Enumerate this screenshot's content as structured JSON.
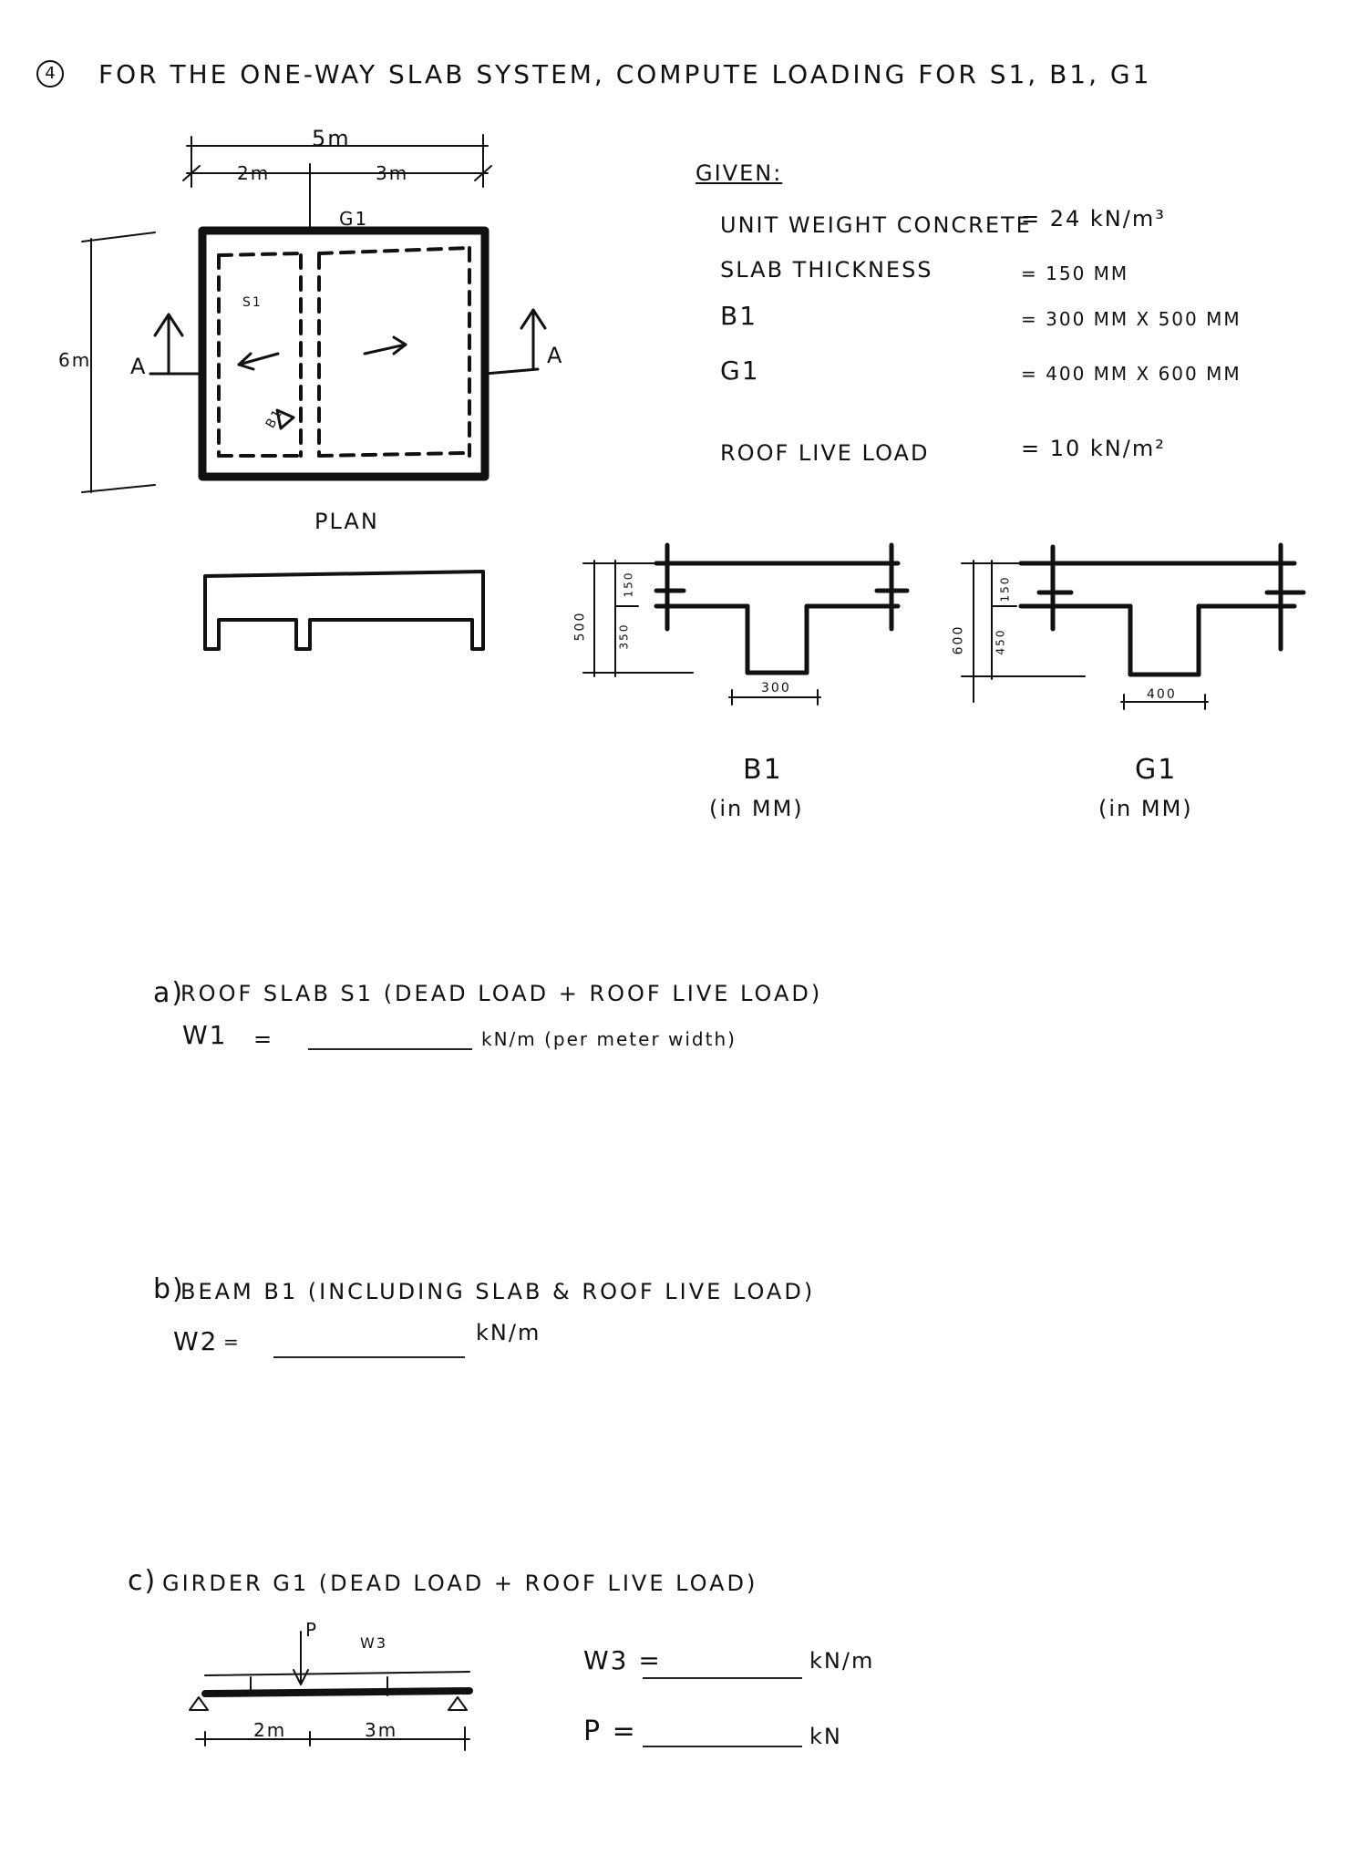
{
  "problem": {
    "number": "4",
    "statement": "FOR THE ONE-WAY SLAB SYSTEM, COMPUTE LOADING FOR S1, B1, G1"
  },
  "plan": {
    "total_width": "5m",
    "left_span": "2m",
    "right_span": "3m",
    "depth": "6m",
    "girder_label": "G1",
    "slab_label": "S1",
    "beam_label": "B1",
    "section_marker_left": "A",
    "section_marker_right": "A",
    "caption": "PLAN"
  },
  "given": {
    "heading": "GIVEN:",
    "items": [
      {
        "label": "UNIT WEIGHT CONCRETE",
        "value": "= 24 kN/m³"
      },
      {
        "label": "SLAB THICKNESS",
        "value": "= 150 MM"
      },
      {
        "label": "B1",
        "value": "= 300 MM X 500 MM"
      },
      {
        "label": "G1",
        "value": "= 400 MM X 600 MM"
      },
      {
        "label": "ROOF LIVE LOAD",
        "value": "= 10 kN/m²"
      }
    ]
  },
  "sections": {
    "b1": {
      "total": "500",
      "top": "150",
      "web": "350",
      "width": "300",
      "title": "B1",
      "units": "(in MM)"
    },
    "g1": {
      "total": "600",
      "top": "150",
      "web": "450",
      "width": "400",
      "title": "G1",
      "units": "(in MM)"
    }
  },
  "questions": {
    "a": {
      "label": "a)",
      "text": "ROOF SLAB S1 (DEAD LOAD + ROOF LIVE LOAD)",
      "var": "W1",
      "eq": "=",
      "unit": "kN/m (per meter width)"
    },
    "b": {
      "label": "b)",
      "text": "BEAM B1 (INCLUDING SLAB & ROOF LIVE LOAD)",
      "var": "W2",
      "eq": "=",
      "unit": "kN/m"
    },
    "c": {
      "label": "c)",
      "text": "GIRDER G1 (DEAD LOAD + ROOF LIVE LOAD)",
      "load_p": "P",
      "load_w": "W3",
      "dim_left": "2m",
      "dim_right": "3m",
      "ans_w_var": "W3 =",
      "ans_w_unit": "kN/m",
      "ans_p_var": "P =",
      "ans_p_unit": "kN"
    }
  }
}
